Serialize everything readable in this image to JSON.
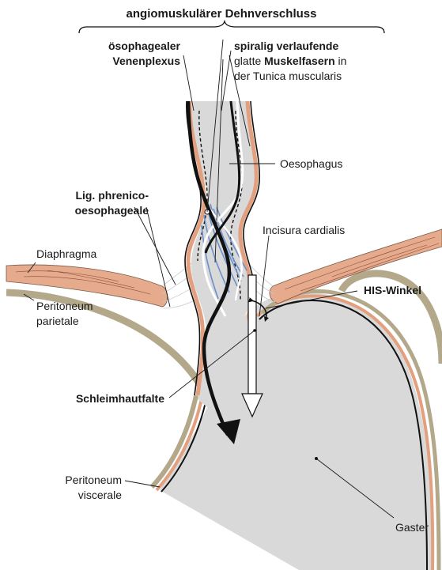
{
  "figure": {
    "title": "angiomuskulärer Dehnverschluss",
    "labels": {
      "venous_plexus": [
        "ösophagealer",
        "Venenplexus"
      ],
      "muscle_fibers": {
        "line1": "spiralig verlaufende",
        "line2_prefix": "glatte ",
        "line2_bold": "Muskelfasern",
        "line2_suffix": " in",
        "line3": "der Tunica muscularis"
      },
      "oesophagus": "Oesophagus",
      "ligament": [
        "Lig. phrenico-",
        "oesophageale"
      ],
      "incisura": "Incisura cardialis",
      "diaphragm": "Diaphragma",
      "his_angle": "HIS-Winkel",
      "peritoneum_parietale": [
        "Peritoneum",
        "parietale"
      ],
      "mucosal_fold": "Schleimhautfalte",
      "peritoneum_viscerale": [
        "Peritoneum",
        "viscerale"
      ],
      "stomach": "Gaster"
    }
  },
  "colors": {
    "tissue_fill": "#d9d9da",
    "muscle_wall": "#e3a07f",
    "peritoneum": "#b3a98a",
    "diaphragm": "#e6ab8c",
    "vein_blue": "#6c90c8",
    "line_dark": "#111111"
  }
}
